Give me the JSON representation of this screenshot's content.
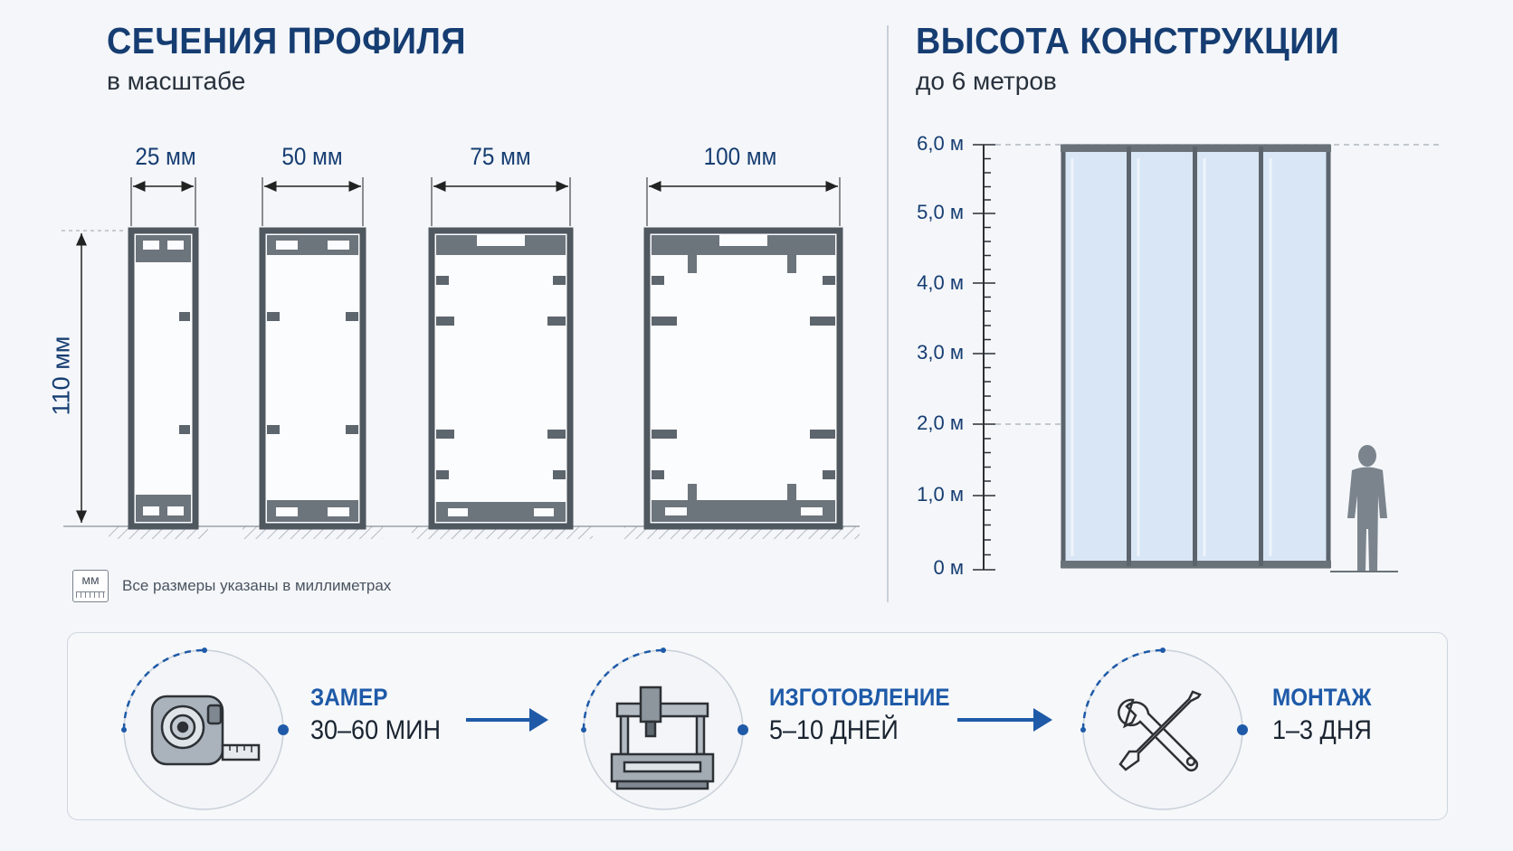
{
  "left": {
    "title": "СЕЧЕНИЯ ПРОФИЛЯ",
    "subtitle": "в масштабе",
    "height_label": "110 мм",
    "profiles": [
      {
        "label": "25 мм",
        "width_mm": 25
      },
      {
        "label": "50 мм",
        "width_mm": 50
      },
      {
        "label": "75 мм",
        "width_mm": 75
      },
      {
        "label": "100 мм",
        "width_mm": 100
      }
    ],
    "note_icon_text": "мм",
    "note": "Все размеры указаны в миллиметрах"
  },
  "right": {
    "title": "ВЫСОТА КОНСТРУКЦИИ",
    "subtitle": "до 6 метров",
    "scale_ticks": [
      "6,0 м",
      "5,0 м",
      "4,0 м",
      "3,0 м",
      "2,0 м",
      "1,0 м",
      "0 м"
    ],
    "panels_count": 4,
    "icons": [
      "person-icon"
    ]
  },
  "steps": [
    {
      "title": "ЗАМЕР",
      "value": "30–60 МИН",
      "icon": "tape-measure-icon"
    },
    {
      "title": "ИЗГОТОВЛЕНИЕ",
      "value": "5–10 ДНЕЙ",
      "icon": "cnc-machine-icon"
    },
    {
      "title": "МОНТАЖ",
      "value": "1–3 ДНЯ",
      "icon": "tools-icon"
    }
  ],
  "colors": {
    "accent": "#163d72",
    "step_accent": "#1e5aa8",
    "glass": "#d9e6f5",
    "frame": "#5b636d"
  }
}
